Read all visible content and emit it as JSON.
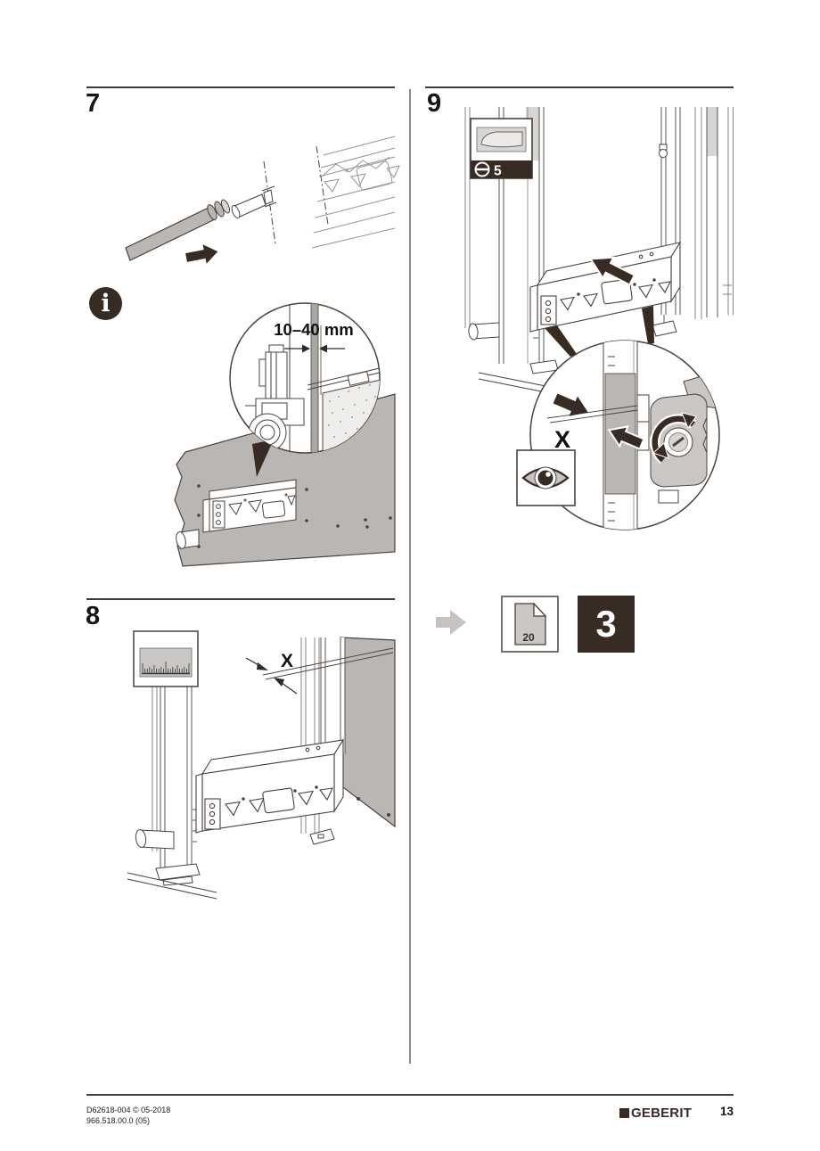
{
  "document": {
    "type": "installation-manual-page",
    "brand": "GEBERIT",
    "page_number": "13",
    "doc_number": "D62618-004 © 05-2018",
    "article_number": "966.518.00.0 (05)"
  },
  "steps": {
    "step7": {
      "number": "7",
      "info": {
        "icon": "info-icon",
        "dimension": "10–40 mm"
      }
    },
    "step8": {
      "number": "8",
      "tool_icon": "ruler-icon",
      "dimension_label": "X"
    },
    "step9": {
      "number": "9",
      "tool": {
        "icon": "flathead-screwdriver-icon",
        "size": "5"
      },
      "dimension_label": "X",
      "inspection_icon": "eye-icon",
      "reference": {
        "arrow_icon": "gray-arrow-icon",
        "page_icon": "page-icon",
        "page": "20",
        "step": "3"
      }
    }
  },
  "colors": {
    "ink": "#372b24",
    "line_dark": "#4a423c",
    "line_light": "#9a948f",
    "panel_gray": "#b9b6b3",
    "light_gray": "#d8d6d4",
    "arrow_gray": "#c5c2c0"
  }
}
